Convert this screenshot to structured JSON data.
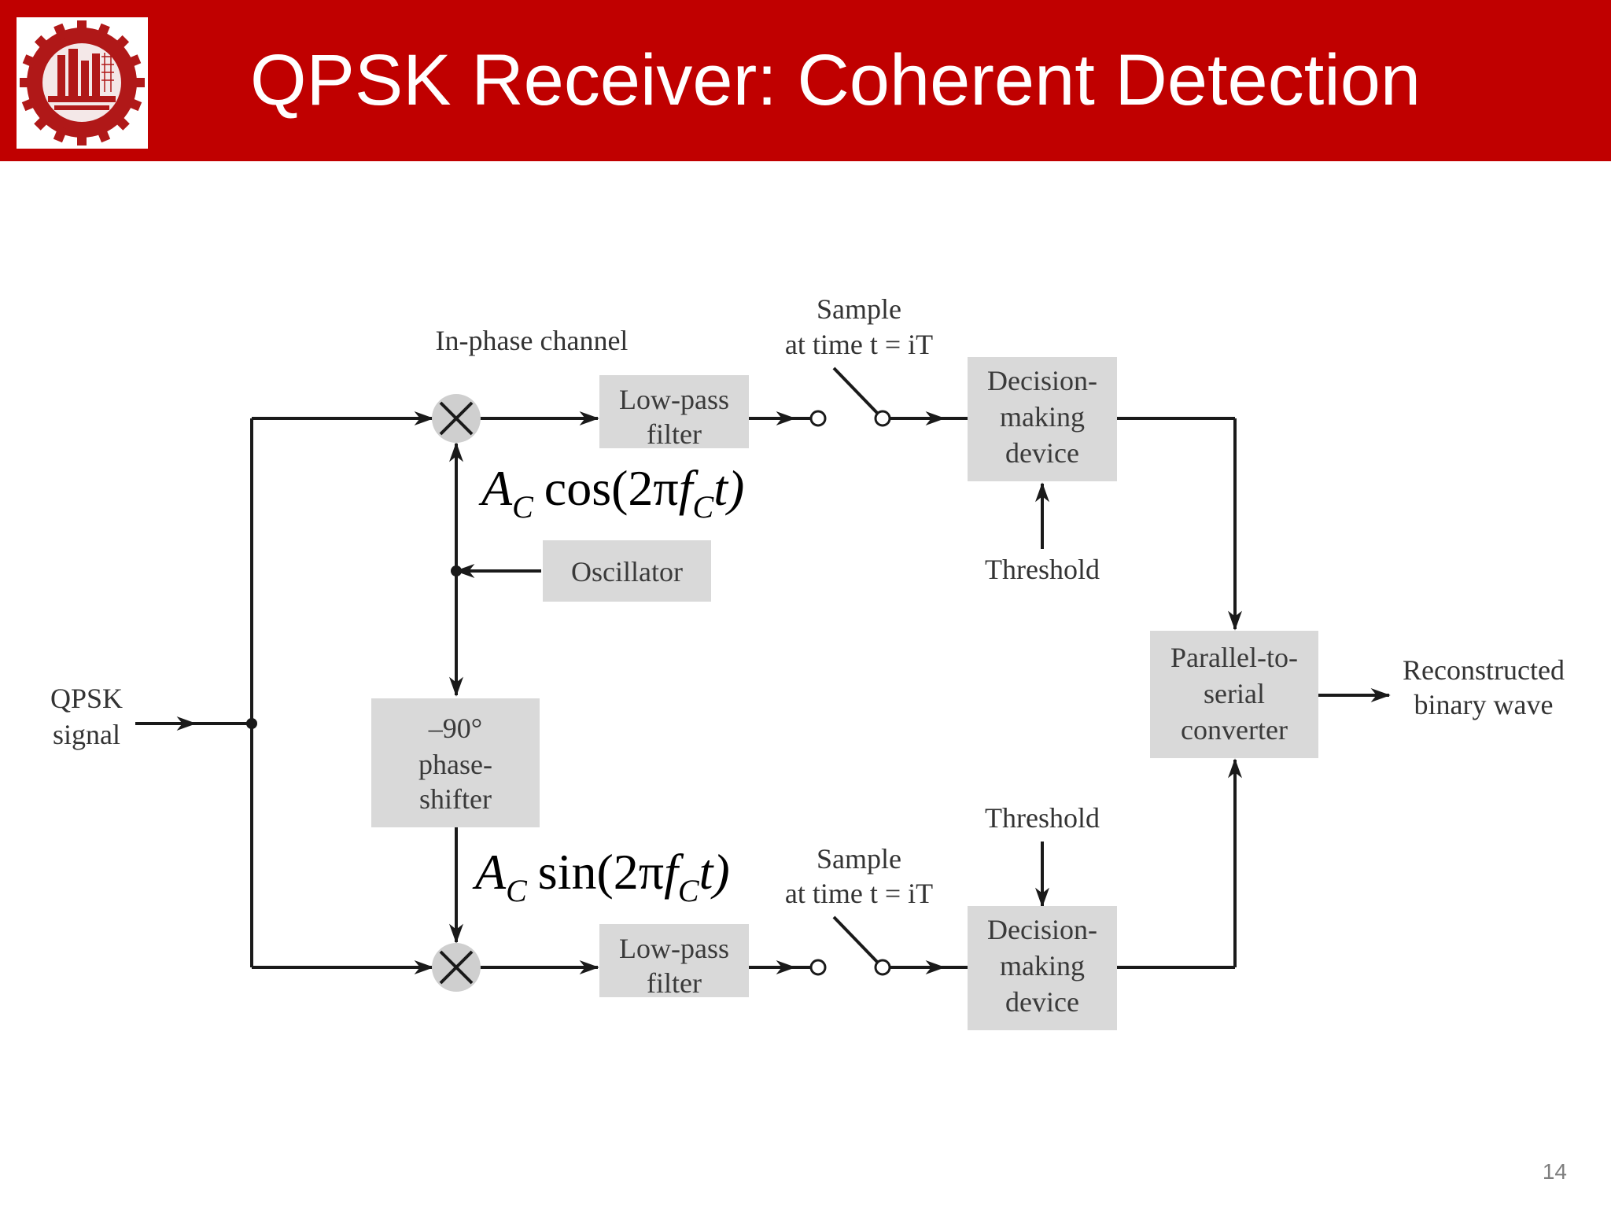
{
  "slide": {
    "title": "QPSK Receiver: Coherent Detection",
    "page_number": "14"
  },
  "colors": {
    "header": "#c00000",
    "block": "#d9d9d9",
    "line": "#1a1a1a"
  },
  "icons": {
    "logo": "university-gear-seal-icon",
    "multiplier": "multiplier-x-circle-icon"
  },
  "diagram": {
    "input_label": [
      "QPSK",
      "signal"
    ],
    "inphase_label": "In-phase channel",
    "sample_top": [
      "Sample",
      "at time t = iT"
    ],
    "sample_bottom": [
      "Sample",
      "at time t = iT"
    ],
    "lpf_top": [
      "Low-pass",
      "filter"
    ],
    "lpf_bottom": [
      "Low-pass",
      "filter"
    ],
    "oscillator": "Oscillator",
    "phase_shifter": [
      "–90°",
      "phase-",
      "shifter"
    ],
    "decision_top": [
      "Decision-",
      "making",
      "device"
    ],
    "decision_bottom": [
      "Decision-",
      "making",
      "device"
    ],
    "threshold_top": "Threshold",
    "threshold_bottom": "Threshold",
    "p2s": [
      "Parallel-to-",
      "serial",
      "converter"
    ],
    "output_label": [
      "Reconstructed",
      "binary wave"
    ],
    "cos_ref": {
      "amp": "A",
      "sub": "C",
      "func": "cos",
      "arg_open": "(2π",
      "freq": "f",
      "arg_close": "t)"
    },
    "sin_ref": {
      "amp": "A",
      "sub": "C",
      "func": "sin",
      "arg_open": "(2π",
      "freq": "f",
      "arg_close": "t)"
    }
  }
}
